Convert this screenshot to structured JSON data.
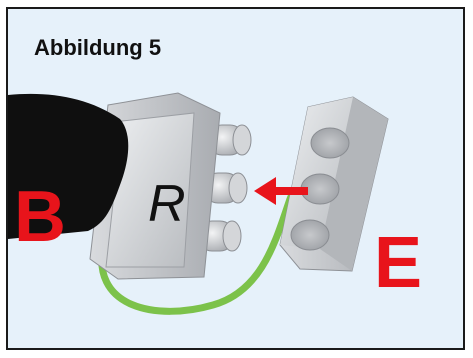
{
  "figure": {
    "caption": "Abbildung 5",
    "labels": {
      "connector_letter": "R",
      "left_part": "B",
      "right_part": "E"
    },
    "colors": {
      "background": "#e6f1fa",
      "border": "#1a1a1a",
      "label_red": "#e8141b",
      "arrow_red": "#e8141b",
      "cable_green": "#7cc24a",
      "connector_gray": "#c9cbce",
      "hand_black": "#0f0f0f"
    },
    "icons": [
      "hand-shape",
      "arrow-left-icon"
    ]
  }
}
